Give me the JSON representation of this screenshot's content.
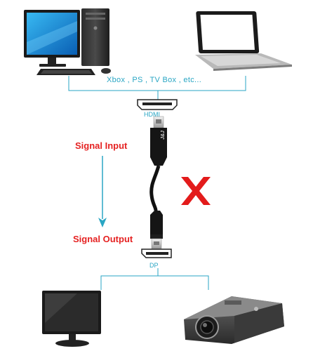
{
  "devices_label": "Xbox , PS , TV Box , etc...",
  "hdmi_label": "HDMI",
  "dp_label": "DP",
  "signal_input_label": "Signal Input",
  "signal_output_label": "Signal Output",
  "brand_label": "J&J",
  "colors": {
    "accent": "#2aa6c4",
    "signal_text": "#e52222",
    "cross": "#e31b1b",
    "cable": "#111111"
  },
  "icons": [
    "desktop-computer-icon",
    "laptop-icon",
    "monitor-icon",
    "projector-icon",
    "cross-icon",
    "arrow-down-icon"
  ]
}
